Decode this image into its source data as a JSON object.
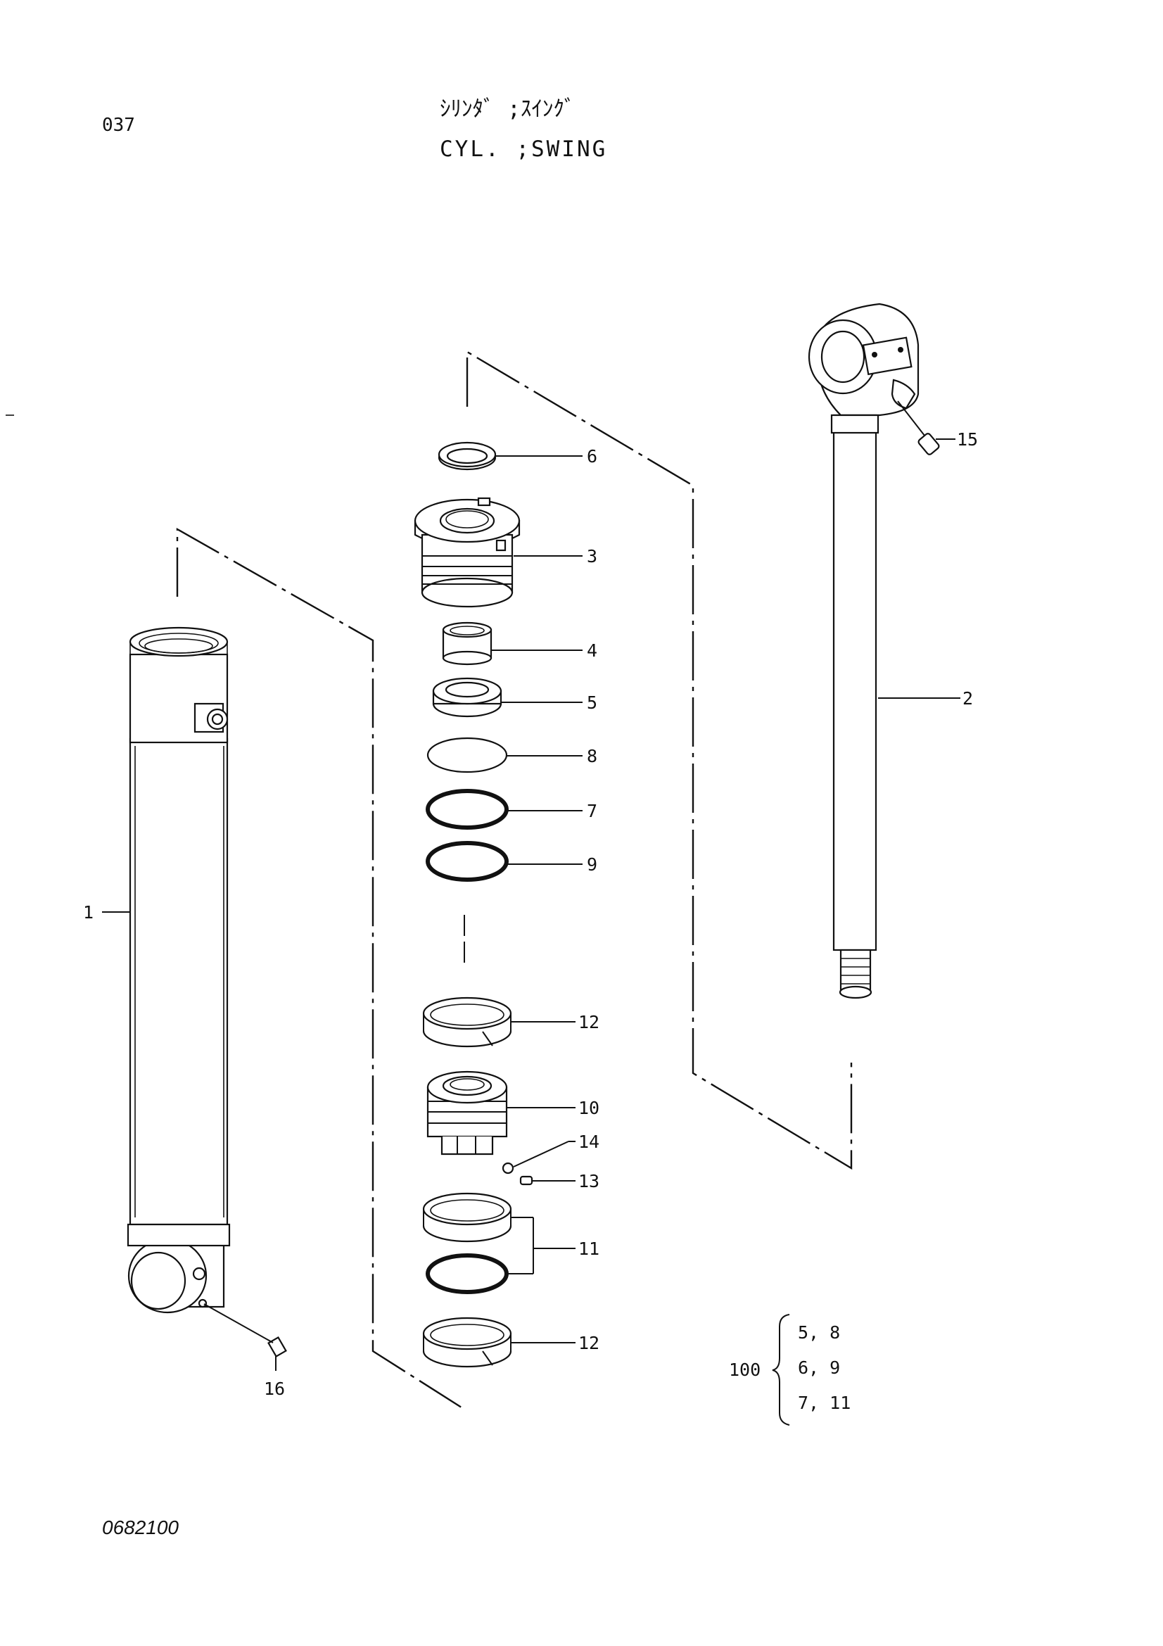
{
  "header": {
    "page_number": "037",
    "title_jp": "ｼﾘﾝﾀﾞ ;ｽｲﾝｸﾞ",
    "title_en": "CYL. ;SWING"
  },
  "footer": {
    "drawing_code": "0682100"
  },
  "callouts": [
    {
      "id": "c1",
      "label": "1"
    },
    {
      "id": "c2",
      "label": "2"
    },
    {
      "id": "c3",
      "label": "3"
    },
    {
      "id": "c4",
      "label": "4"
    },
    {
      "id": "c5",
      "label": "5"
    },
    {
      "id": "c6",
      "label": "6"
    },
    {
      "id": "c7",
      "label": "7"
    },
    {
      "id": "c8",
      "label": "8"
    },
    {
      "id": "c9",
      "label": "9"
    },
    {
      "id": "c10",
      "label": "10"
    },
    {
      "id": "c11",
      "label": "11"
    },
    {
      "id": "c12a",
      "label": "12"
    },
    {
      "id": "c12b",
      "label": "12"
    },
    {
      "id": "c13",
      "label": "13"
    },
    {
      "id": "c14",
      "label": "14"
    },
    {
      "id": "c15",
      "label": "15"
    },
    {
      "id": "c16",
      "label": "16"
    }
  ],
  "kit": {
    "label": "100",
    "rows": [
      "5, 8",
      "6, 9",
      "7, 11"
    ]
  }
}
